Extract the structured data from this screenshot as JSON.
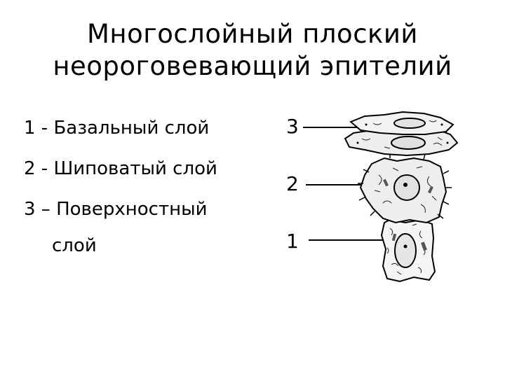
{
  "title": {
    "line1": "Многослойный плоский",
    "line2": "неороговевающий эпителий"
  },
  "legend": {
    "item1": "1 - Базальный слой",
    "item2": "2 - Шиповатый слой",
    "item3_line1": "3 – Поверхностный",
    "item3_line2": "слой"
  },
  "figure_labels": {
    "surface": "3",
    "spinous": "2",
    "basal": "1"
  }
}
